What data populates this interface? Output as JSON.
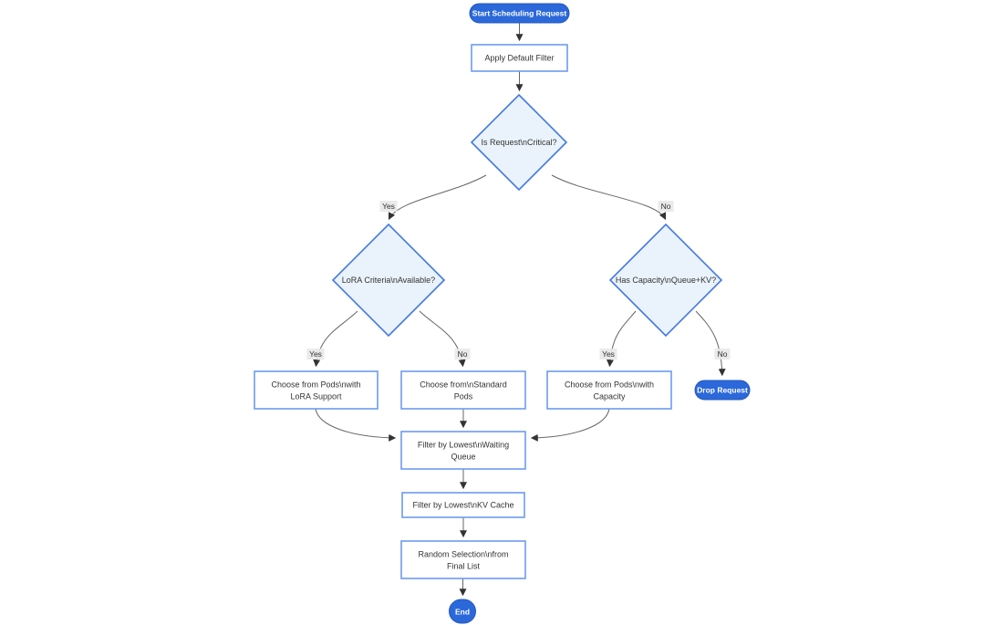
{
  "diagram": {
    "type": "flowchart",
    "background": "#ffffff",
    "colors": {
      "start_end_fill": "#2b68d9",
      "start_end_text": "#ffffff",
      "process_fill": "#ffffff",
      "process_border": "#6d9bf0",
      "decision_fill": "#eaf3fc",
      "decision_border": "#4379e3",
      "node_text": "#333333",
      "edge_line": "#666666",
      "edge_label_bg": "#e8e8e8",
      "arrowhead": "#333333"
    },
    "nodes": {
      "start": {
        "type": "stadium",
        "lines": [
          "Start Scheduling Request"
        ]
      },
      "apply_default_filter": {
        "type": "process",
        "lines": [
          "Apply Default Filter"
        ]
      },
      "is_request_critical": {
        "type": "decision",
        "lines": [
          "Is Request\\nCritical?"
        ]
      },
      "lora_criteria_available": {
        "type": "decision",
        "lines": [
          "LoRA Criteria\\nAvailable?"
        ]
      },
      "has_capacity_queue_kv": {
        "type": "decision",
        "lines": [
          "Has Capacity\\nQueue+KV?"
        ]
      },
      "choose_pods_lora": {
        "type": "process",
        "lines": [
          "Choose from Pods\\nwith",
          "LoRA Support"
        ]
      },
      "choose_standard_pods": {
        "type": "process",
        "lines": [
          "Choose from\\nStandard",
          "Pods"
        ]
      },
      "choose_pods_capacity": {
        "type": "process",
        "lines": [
          "Choose from Pods\\nwith",
          "Capacity"
        ]
      },
      "drop_request": {
        "type": "stadium",
        "lines": [
          "Drop Request"
        ]
      },
      "filter_lowest_waiting_queue": {
        "type": "process",
        "lines": [
          "Filter by Lowest\\nWaiting",
          "Queue"
        ]
      },
      "filter_lowest_kv_cache": {
        "type": "process",
        "lines": [
          "Filter by Lowest\\nKV Cache"
        ]
      },
      "random_selection_final_list": {
        "type": "process",
        "lines": [
          "Random Selection\\nfrom",
          "Final List"
        ]
      },
      "end": {
        "type": "stadium",
        "lines": [
          "End"
        ]
      }
    },
    "edge_labels": {
      "critical_yes": "Yes",
      "critical_no": "No",
      "lora_yes": "Yes",
      "lora_no": "No",
      "capacity_yes": "Yes",
      "capacity_no": "No"
    }
  }
}
